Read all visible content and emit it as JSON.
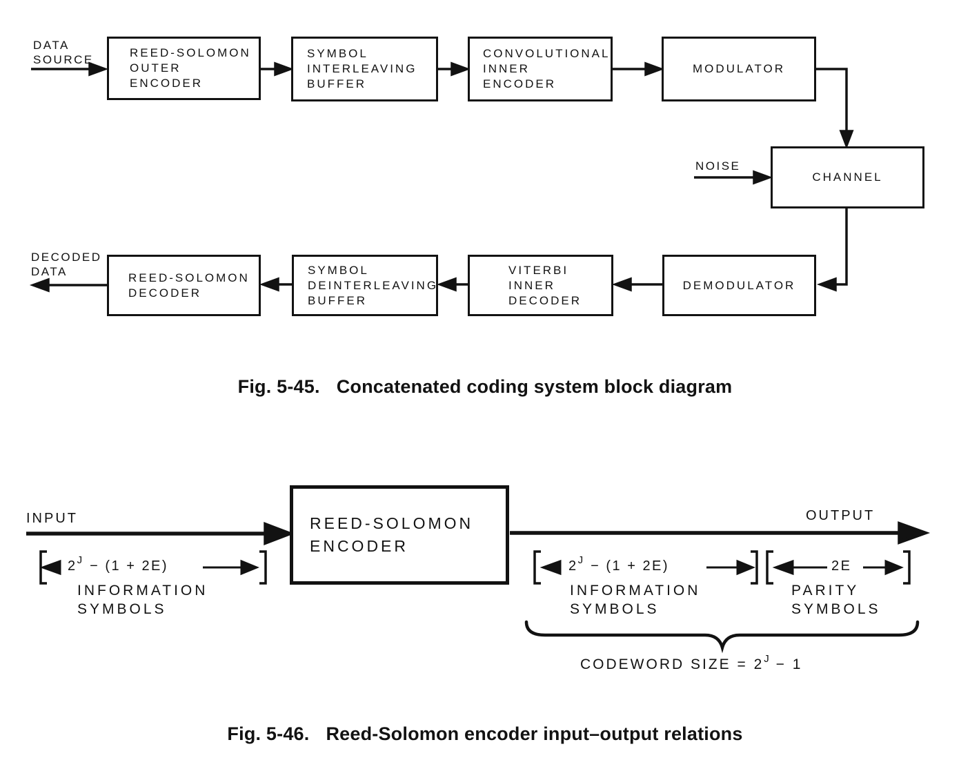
{
  "colors": {
    "ink": "#121212",
    "paper": "#ffffff"
  },
  "f45": {
    "data_source_label": "DATA\nSOURCE",
    "noise_label": "NOISE",
    "decoded_data_label": "DECODED\nDATA",
    "boxes": [
      "REED-SOLOMON\nOUTER\nENCODER",
      "SYMBOL\nINTERLEAVING\nBUFFER",
      "CONVOLUTIONAL\nINNER\nENCODER",
      "MODULATOR",
      "CHANNEL",
      "DEMODULATOR",
      "VITERBI\nINNER\nDECODER",
      "SYMBOL\nDEINTERLEAVING\nBUFFER",
      "REED-SOLOMON\nDECODER"
    ],
    "caption": {
      "number": "Fig. 5-45.",
      "title": "Concatenated coding system block diagram"
    }
  },
  "f46": {
    "input_label": "INPUT",
    "output_label": "OUTPUT",
    "encoder_label": "REED-SOLOMON\nENCODER",
    "input_dim": {
      "base": "2",
      "sup": "J",
      "rest": "− (1 + 2E)"
    },
    "output_dim_info": {
      "base": "2",
      "sup": "J",
      "rest": "− (1 + 2E)"
    },
    "output_dim_parity": "2E",
    "input_annot": "INFORMATION\nSYMBOLS",
    "output_info_annot": "INFORMATION\nSYMBOLS",
    "output_parity_annot": "PARITY\nSYMBOLS",
    "codeword": {
      "prefix": "CODEWORD SIZE = 2",
      "sup": "J",
      "suffix": " − 1"
    },
    "caption": {
      "number": "Fig. 5-46.",
      "title": "Reed-Solomon encoder input–output relations"
    }
  }
}
